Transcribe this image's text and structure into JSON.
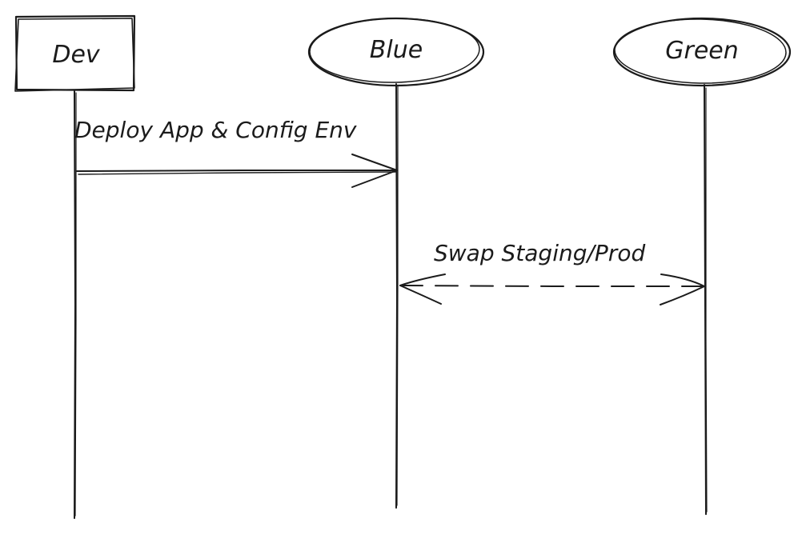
{
  "diagram": {
    "type": "sequence",
    "participants": [
      {
        "id": "dev",
        "label": "Dev",
        "shape": "rectangle"
      },
      {
        "id": "blue",
        "label": "Blue",
        "shape": "ellipse"
      },
      {
        "id": "green",
        "label": "Green",
        "shape": "ellipse"
      }
    ],
    "messages": [
      {
        "from": "dev",
        "to": "blue",
        "label": "Deploy App & Config Env",
        "style": "solid",
        "arrow": "single"
      },
      {
        "from": "blue",
        "to": "green",
        "label": "Swap Staging/Prod",
        "style": "dashed",
        "arrow": "both"
      }
    ]
  },
  "colors": {
    "ink": "#1b1b1b",
    "background": "#ffffff"
  }
}
